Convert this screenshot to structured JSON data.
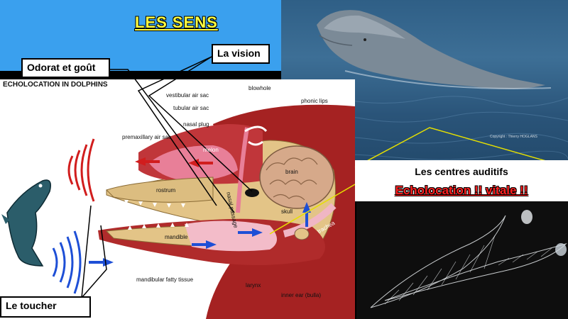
{
  "title": "LES SENS",
  "callouts": {
    "vision": "La vision",
    "odorat": "Odorat et goût",
    "toucher": "Le toucher"
  },
  "diagram": {
    "title": "ECHOLOCATION IN DOLPHINS",
    "labels": {
      "blowhole": "blowhole",
      "vestibular": "vestibular air sac",
      "tubular": "tubular air sac",
      "phonic": "phonic lips",
      "nasal_plug": "nasal plug",
      "premax": "premaxillary air sac",
      "melon": "melon",
      "brain": "brain",
      "rostrum": "rostrum",
      "nasal_passage": "nasal passage",
      "skull": "skull",
      "mandible": "mandible",
      "trachea": "trachea",
      "mandibular_fat": "mandibular fatty tissue",
      "larynx": "larynx",
      "inner_ear": "inner ear (bulla)"
    }
  },
  "photo_credit": "Copyright : Thierry HOGLANS",
  "auditory": {
    "heading": "Les centres auditifs",
    "vital": "Echolocation !! vitale !!"
  },
  "colors": {
    "title_yellow": "#ffff40",
    "vital_red": "#ff2020",
    "top_blue": "#3aa0ee"
  }
}
